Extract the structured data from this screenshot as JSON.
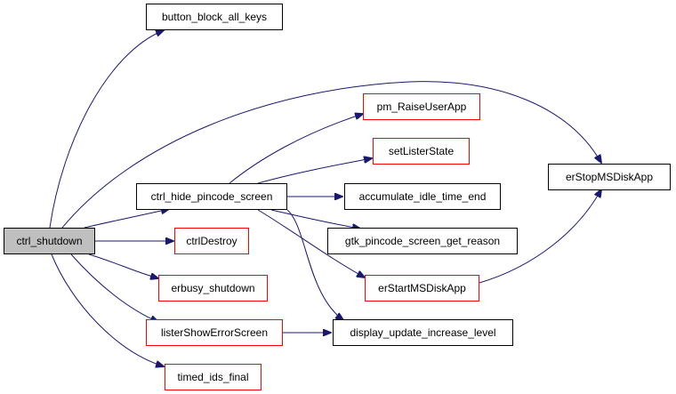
{
  "nodes": {
    "ctrl_shutdown": "ctrl_shutdown",
    "button_block_all_keys": "button_block_all_keys",
    "pm_RaiseUserApp": "pm_RaiseUserApp",
    "setListerState": "setListerState",
    "ctrl_hide_pincode_screen": "ctrl_hide_pincode_screen",
    "accumulate_idle_time_end": "accumulate_idle_time_end",
    "erStopMSDiskApp": "erStopMSDiskApp",
    "ctrlDestroy": "ctrlDestroy",
    "gtk_pincode_screen_get_reason": "gtk_pincode_screen_get_reason",
    "erbusy_shutdown": "erbusy_shutdown",
    "erStartMSDiskApp": "erStartMSDiskApp",
    "listerShowErrorScreen": "listerShowErrorScreen",
    "display_update_increase_level": "display_update_increase_level",
    "timed_ids_final": "timed_ids_final"
  },
  "colors": {
    "edge": "#191970",
    "documented_border": "#000000",
    "undocumented_border": "#ff0000",
    "root_fill": "#bfbfbf"
  }
}
